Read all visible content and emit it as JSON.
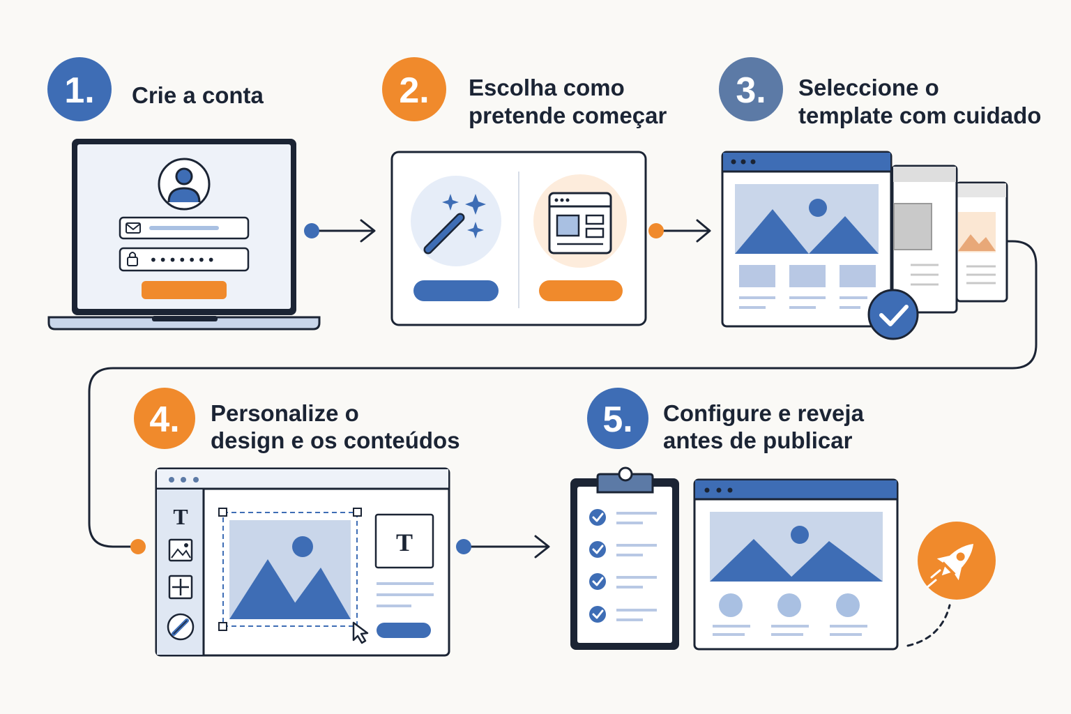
{
  "steps": [
    {
      "number": "1.",
      "lines": [
        "Crie a conta"
      ]
    },
    {
      "number": "2.",
      "lines": [
        "Escolha como",
        "pretende começar"
      ]
    },
    {
      "number": "3.",
      "lines": [
        "Seleccione o",
        "template com cuidado"
      ]
    },
    {
      "number": "4.",
      "lines": [
        "Personalize o",
        "design e os conteúdos"
      ]
    },
    {
      "number": "5.",
      "lines": [
        "Configure e reveja",
        "antes de publicar"
      ]
    }
  ],
  "login": {
    "password_mask": "•••••••"
  },
  "icons": {
    "avatar": "user-avatar-icon",
    "email": "envelope-icon",
    "lock": "lock-icon",
    "wand": "magic-wand-icon",
    "layout": "template-layout-icon",
    "check": "check-badge-icon",
    "text_tool": "T",
    "image_tool": "image-icon",
    "grid_tool": "grid-add-icon",
    "brush_tool": "brush-icon",
    "rocket": "rocket-icon"
  },
  "colors": {
    "blue": "#3e6db5",
    "orange": "#f08a2c",
    "slate": "#5c7aa6",
    "navy": "#1b2434",
    "light_blue": "#c9d6ea",
    "panel": "#eef2f9"
  }
}
